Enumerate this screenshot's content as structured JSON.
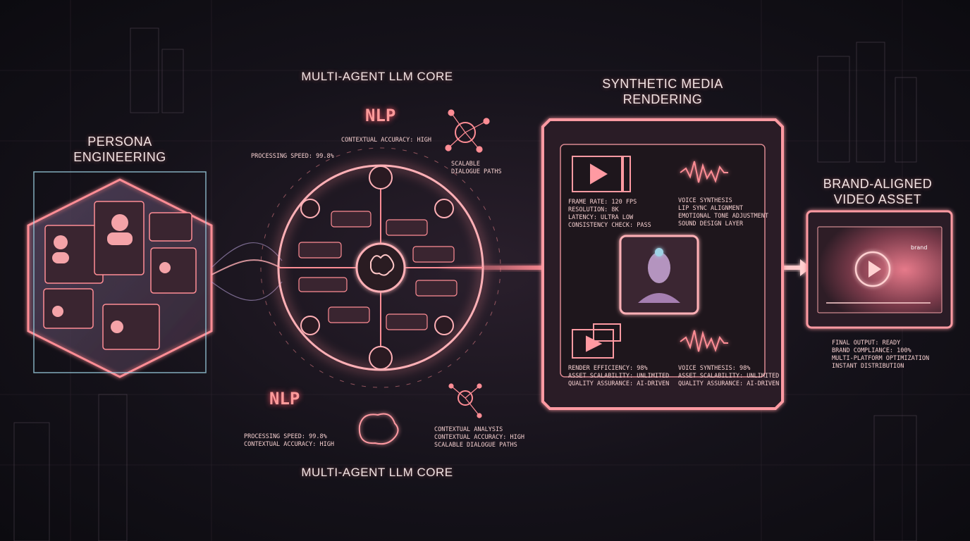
{
  "colors": {
    "accent": "#ff7a85",
    "accent_soft": "#f4a3a8",
    "cyan": "#9fd3e6",
    "panel": "#3a2530",
    "background": "#15121a"
  },
  "persona": {
    "title_line1": "PERSONA",
    "title_line2": "ENGINEERING",
    "icon": "user-profile-icon"
  },
  "llm_core": {
    "title_top": "MULTI-AGENT LLM CORE",
    "title_bottom": "MULTI-AGENT LLM CORE",
    "nlp_label": "NLP",
    "processing_speed": "PROCESSING SPEED: 99.8%",
    "contextual_accuracy": "CONTEXTUAL ACCURACY: HIGH",
    "scalable_line1": "SCALABLE",
    "scalable_line2": "DIALOGUE PATHS",
    "bottom_notes": [
      "PROCESSING SPEED: 99.8%",
      "CONTEXTUAL ACCURACY: HIGH"
    ],
    "bottom_right_notes": [
      "CONTEXTUAL ANALYSIS",
      "CONTEXTUAL ACCURACY: HIGH",
      "SCALABLE DIALOGUE PATHS"
    ],
    "icon": "brain-icon"
  },
  "rendering": {
    "title_line1": "SYNTHETIC MEDIA",
    "title_line2": "RENDERING",
    "video_specs": [
      "FRAME RATE: 120 FPS",
      "RESOLUTION: 8K",
      "LATENCY: ULTRA LOW",
      "CONSISTENCY CHECK: PASS"
    ],
    "audio_specs": [
      "VOICE SYNTHESIS",
      "LIP SYNC ALIGNMENT",
      "EMOTIONAL TONE ADJUSTMENT",
      "SOUND DESIGN LAYER"
    ],
    "video_stats": [
      "RENDER EFFICIENCY: 98%",
      "ASSET SCALABILITY: UNLIMITED",
      "QUALITY ASSURANCE: AI-DRIVEN"
    ],
    "audio_stats": [
      "VOICE SYNTHESIS: 98%",
      "ASSET SCALABILITY: UNLIMITED",
      "QUALITY ASSURANCE: AI-DRIVEN"
    ],
    "icon": "avatar-head-icon"
  },
  "output": {
    "title_line1": "BRAND-ALIGNED",
    "title_line2": "VIDEO ASSET",
    "brand_tag": "brand",
    "notes": [
      "FINAL OUTPUT: READY",
      "BRAND COMPLIANCE: 100%",
      "MULTI-PLATFORM OPTIMIZATION",
      "INSTANT DISTRIBUTION"
    ],
    "icon": "play-icon"
  }
}
